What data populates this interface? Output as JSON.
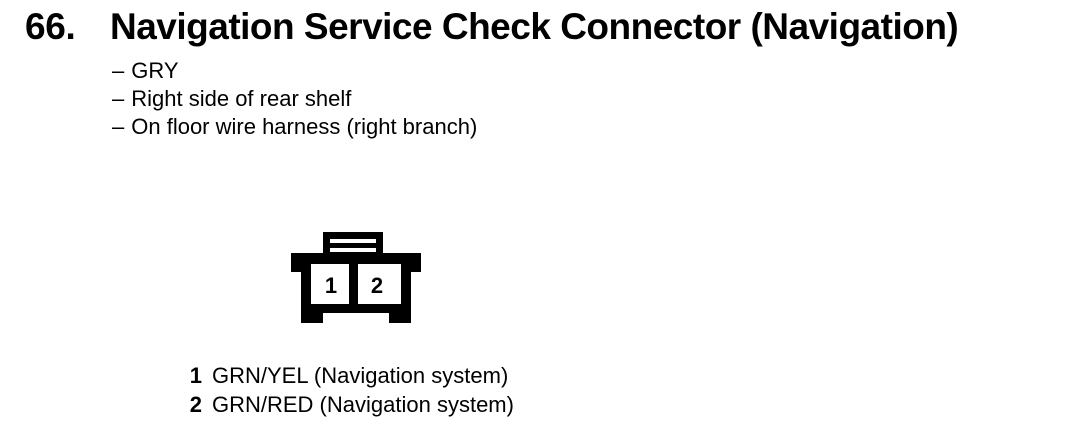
{
  "page": {
    "item_number": "66.",
    "title": "Navigation Service Check Connector (Navigation)"
  },
  "details": {
    "dash": "–",
    "items": [
      "GRY",
      "Right side of rear shelf",
      "On floor wire harness (right branch)"
    ]
  },
  "connector": {
    "type": "2-cavity connector, terminal side view",
    "cavities": [
      "1",
      "2"
    ],
    "line_color": "#000000",
    "background": "#ffffff"
  },
  "pins": [
    {
      "number": "1",
      "label": "GRN/YEL (Navigation system)"
    },
    {
      "number": "2",
      "label": "GRN/RED (Navigation system)"
    }
  ]
}
